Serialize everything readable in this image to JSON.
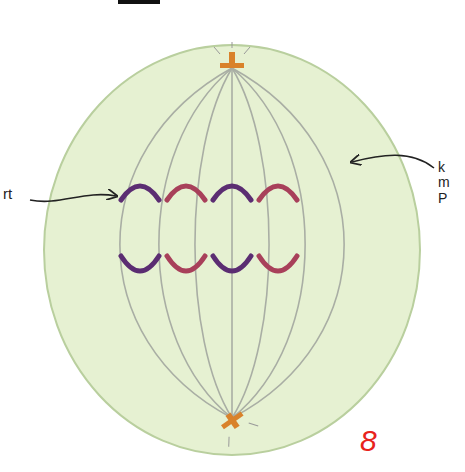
{
  "diagram": {
    "labels": [
      "rt",
      "k m P",
      "8"
    ]
  }
}
